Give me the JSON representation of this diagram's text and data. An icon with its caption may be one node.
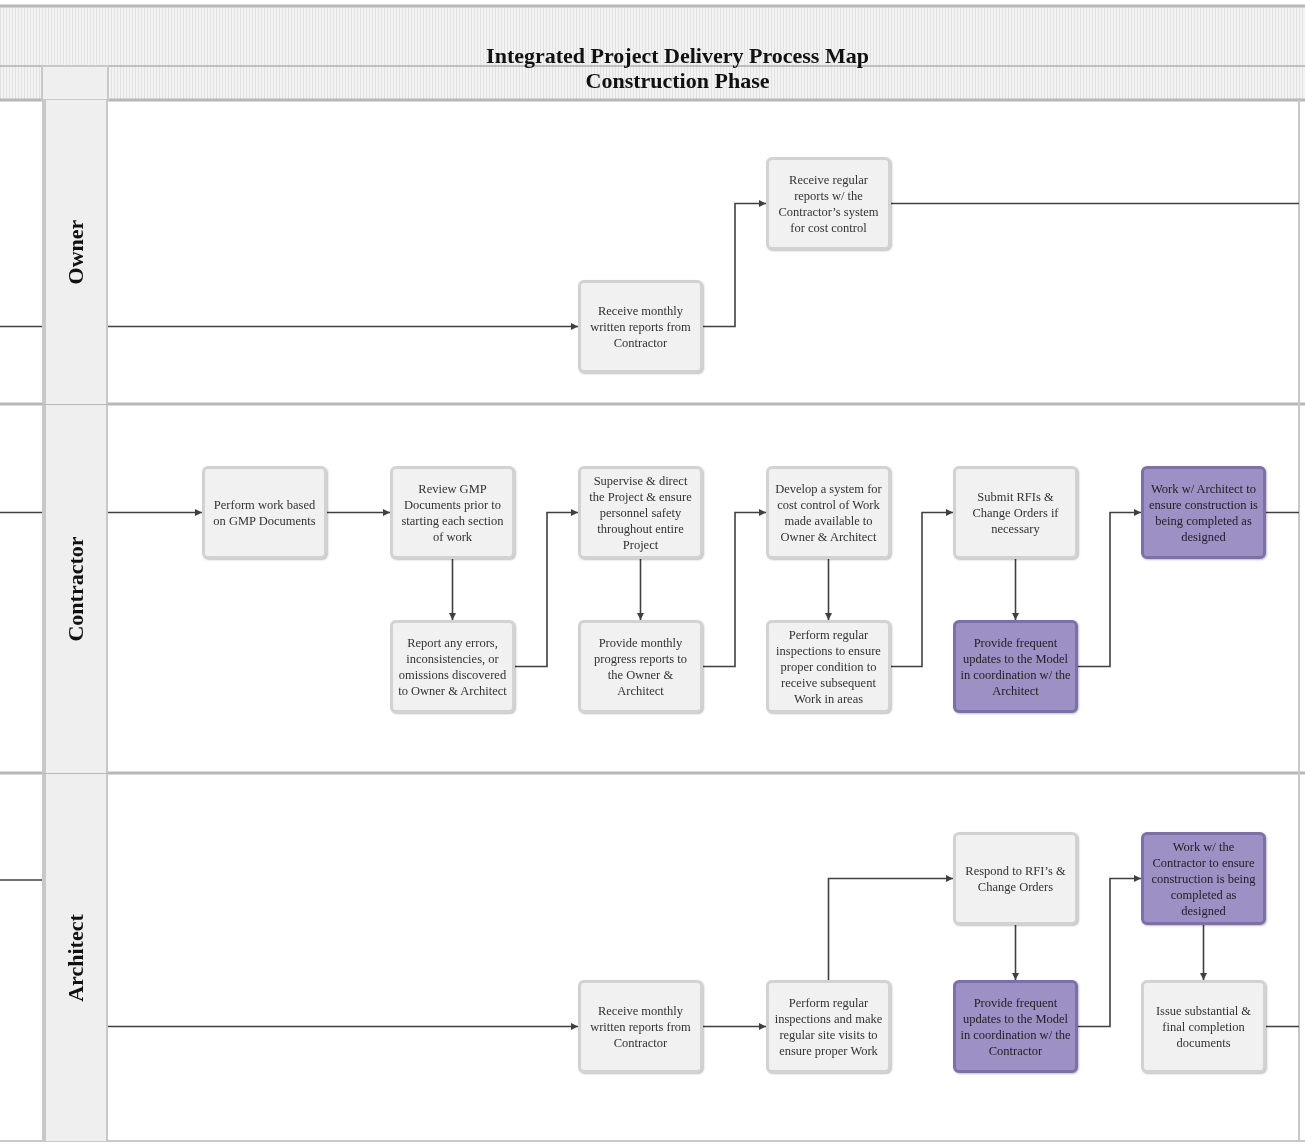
{
  "diagram": {
    "title": "Integrated Project Delivery Process Map",
    "labels": [
      "Construction Phase"
    ],
    "nodes": [
      {
        "text": [
          "Owner"
        ]
      },
      {
        "text": [
          "Contractor"
        ]
      },
      {
        "text": [
          "Architect"
        ]
      },
      {
        "text": [
          "Receive monthly written reports from Contractor"
        ]
      },
      {
        "text": [
          "Receive regular reports w/ the Contractor’s system for cost control"
        ]
      },
      {
        "text": [
          "Perform work based on GMP Documents"
        ]
      },
      {
        "text": [
          "Review GMP Documents prior to starting each section of work"
        ]
      },
      {
        "text": [
          "Report any errors, inconsistencies, or omissions discovered to Owner & Architect"
        ]
      },
      {
        "text": [
          "Supervise & direct the Project & ensure personnel safety throughout entire Project"
        ]
      },
      {
        "text": [
          "Provide monthly progress reports to the Owner & Architect"
        ]
      },
      {
        "text": [
          "Develop a system for cost control of Work made available to Owner & Architect"
        ]
      },
      {
        "text": [
          "Perform regular inspections to ensure proper condition to receive subsequent Work in areas"
        ]
      },
      {
        "text": [
          "Submit RFIs & Change Orders if necessary"
        ]
      },
      {
        "text": [
          "Provide frequent updates to the Model in coordination w/ the Architect"
        ]
      },
      {
        "text": [
          "Work w/ Architect to ensure construction is being completed as designed"
        ]
      },
      {
        "text": [
          "Receive monthly written reports from Contractor"
        ]
      },
      {
        "text": [
          "Perform regular inspections and make regular site visits to ensure proper Work"
        ]
      },
      {
        "text": [
          "Respond to RFI’s & Change Orders"
        ]
      },
      {
        "text": [
          "Provide frequent updates to the Model in coordination w/ the Contractor"
        ]
      },
      {
        "text": [
          "Work w/ the Contractor to ensure construction is being completed as designed"
        ]
      },
      {
        "text": [
          "Issue substantial & final completion documents"
        ]
      }
    ],
    "edges": [
      {
        "from": null,
        "to": 0,
        "arrow": "none"
      },
      {
        "from": 0,
        "to": 3,
        "arrow": "to"
      },
      {
        "from": 3,
        "to": 4,
        "arrow": "to"
      },
      {
        "from": 4,
        "to": null,
        "arrow": "none"
      },
      {
        "from": null,
        "to": 1,
        "arrow": "none"
      },
      {
        "from": 1,
        "to": 5,
        "arrow": "to"
      },
      {
        "from": 5,
        "to": 6,
        "arrow": "to"
      },
      {
        "from": 6,
        "to": 7,
        "arrow": "to"
      },
      {
        "from": 7,
        "to": 8,
        "arrow": "to"
      },
      {
        "from": 8,
        "to": 9,
        "arrow": "to"
      },
      {
        "from": 9,
        "to": 10,
        "arrow": "to"
      },
      {
        "from": 10,
        "to": 11,
        "arrow": "to"
      },
      {
        "from": 11,
        "to": 12,
        "arrow": "to"
      },
      {
        "from": 12,
        "to": 13,
        "arrow": "to"
      },
      {
        "from": 13,
        "to": 14,
        "arrow": "to"
      },
      {
        "from": 14,
        "to": null,
        "arrow": "none"
      },
      {
        "from": null,
        "to": 2,
        "arrow": "none"
      },
      {
        "from": 2,
        "to": 15,
        "arrow": "to"
      },
      {
        "from": 15,
        "to": 16,
        "arrow": "to"
      },
      {
        "from": 16,
        "to": 17,
        "arrow": "to"
      },
      {
        "from": 17,
        "to": 18,
        "arrow": "to"
      },
      {
        "from": 18,
        "to": 19,
        "arrow": "to"
      },
      {
        "from": 19,
        "to": 20,
        "arrow": "to"
      },
      {
        "from": 20,
        "to": null,
        "arrow": "none"
      }
    ]
  }
}
